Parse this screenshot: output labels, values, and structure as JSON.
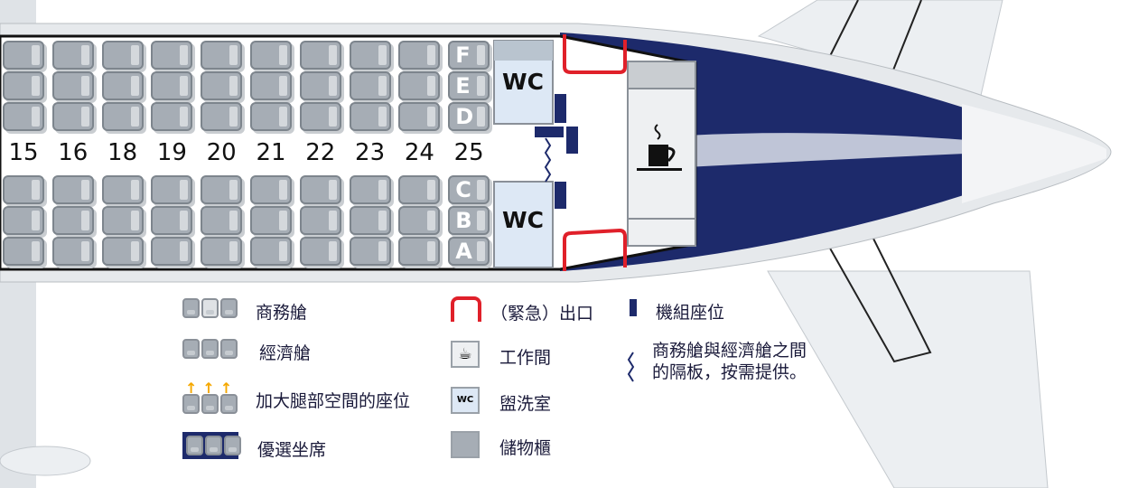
{
  "rows": [
    "15",
    "16",
    "18",
    "19",
    "20",
    "21",
    "22",
    "23",
    "24",
    "25"
  ],
  "seat_letters_top": [
    "F",
    "E",
    "D"
  ],
  "seat_letters_bottom": [
    "C",
    "B",
    "A"
  ],
  "wc_label": "WC",
  "legend": {
    "business": "商務艙",
    "economy": "經濟艙",
    "extra_legroom": "加大腿部空間的座位",
    "preferred": "優選坐席",
    "exit": "（緊急）出口",
    "galley": "工作間",
    "lavatory": "盥洗室",
    "lavatory_icon": "WC",
    "storage": "儲物櫃",
    "crew_seat": "機組座位",
    "divider_line1": "商務艙與經濟艙之間",
    "divider_line2": "的隔板，按需提供。"
  },
  "colors": {
    "navy": "#1d2a6b",
    "exit": "#e0202a",
    "seat": "#a6adb5",
    "wc": "#dde8f5",
    "arrow": "#f5a800"
  }
}
